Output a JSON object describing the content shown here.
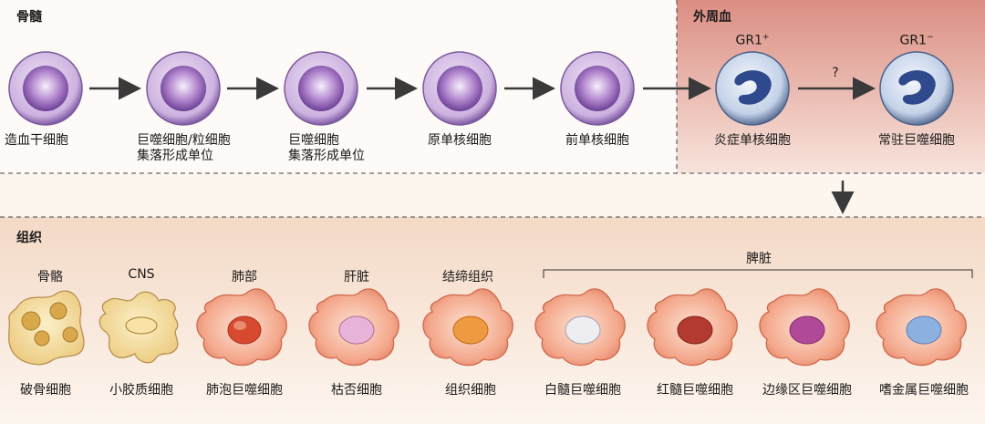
{
  "sections": {
    "bone_marrow": "骨髓",
    "peripheral_blood": "外周血",
    "tissue": "组织"
  },
  "marrow_cells": [
    {
      "label": "造血干细胞"
    },
    {
      "label": "巨噬细胞/粒细胞\n集落形成单位"
    },
    {
      "label": "巨噬细胞\n集落形成单位"
    },
    {
      "label": "原单核细胞"
    },
    {
      "label": "前单核细胞"
    }
  ],
  "blood_cells": [
    {
      "marker": "GR1",
      "sign": "+",
      "label": "炎症单核细胞"
    },
    {
      "marker": "GR1",
      "sign": "−",
      "label": "常驻巨噬细胞"
    }
  ],
  "uncertain_mark": "?",
  "tissue_cells": [
    {
      "header": "骨骼",
      "label": "破骨细胞"
    },
    {
      "header": "CNS",
      "label": "小胶质细胞"
    },
    {
      "header": "肺部",
      "label": "肺泡巨噬细胞"
    },
    {
      "header": "肝脏",
      "label": "枯否细胞"
    },
    {
      "header": "结缔组织",
      "label": "组织细胞"
    },
    {
      "header": "",
      "label": "白髓巨噬细胞"
    },
    {
      "header": "",
      "label": "红髓巨噬细胞"
    },
    {
      "header": "",
      "label": "边缘区巨噬细胞"
    },
    {
      "header": "",
      "label": "嗜金属巨噬细胞"
    }
  ],
  "spleen_header": "脾脏",
  "colors": {
    "marrow_nucleus": "#8b5bb0",
    "blood_nucleus": "#2e4a8c",
    "tissue_body": "#f2a085",
    "nuclei": [
      "#e9e9ee",
      "#b33a30",
      "#b34a9a",
      "#7aa0d8"
    ]
  }
}
